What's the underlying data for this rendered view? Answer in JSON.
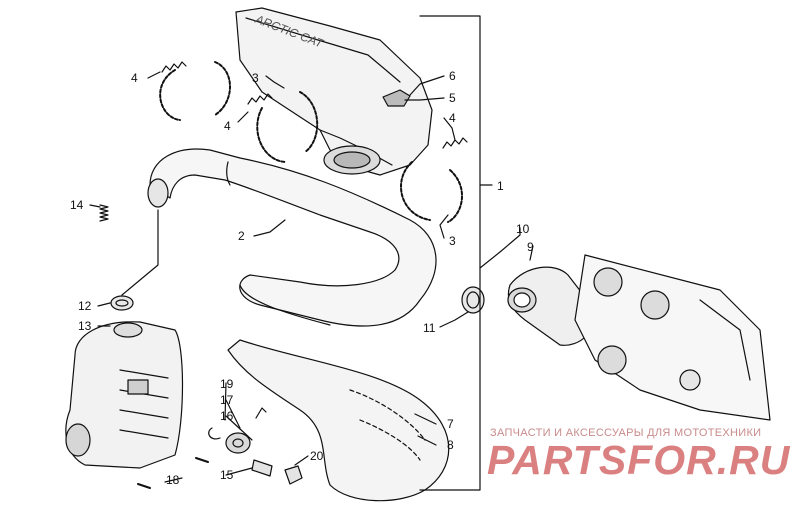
{
  "diagram": {
    "labels": [
      "1",
      "2",
      "3",
      "3",
      "4",
      "4",
      "4",
      "5",
      "6",
      "7",
      "8",
      "9",
      "10",
      "11",
      "12",
      "13",
      "14",
      "15",
      "16",
      "17",
      "18",
      "19",
      "20"
    ]
  },
  "watermark": {
    "caption": "ЗАПЧАСТИ И АКСЕССУАРЫ ДЛЯ МОТОТЕХНИКИ",
    "brand": "PARTSFOR.RU"
  },
  "colors": {
    "ink": "#111111",
    "watermark": "#d46b6b"
  }
}
